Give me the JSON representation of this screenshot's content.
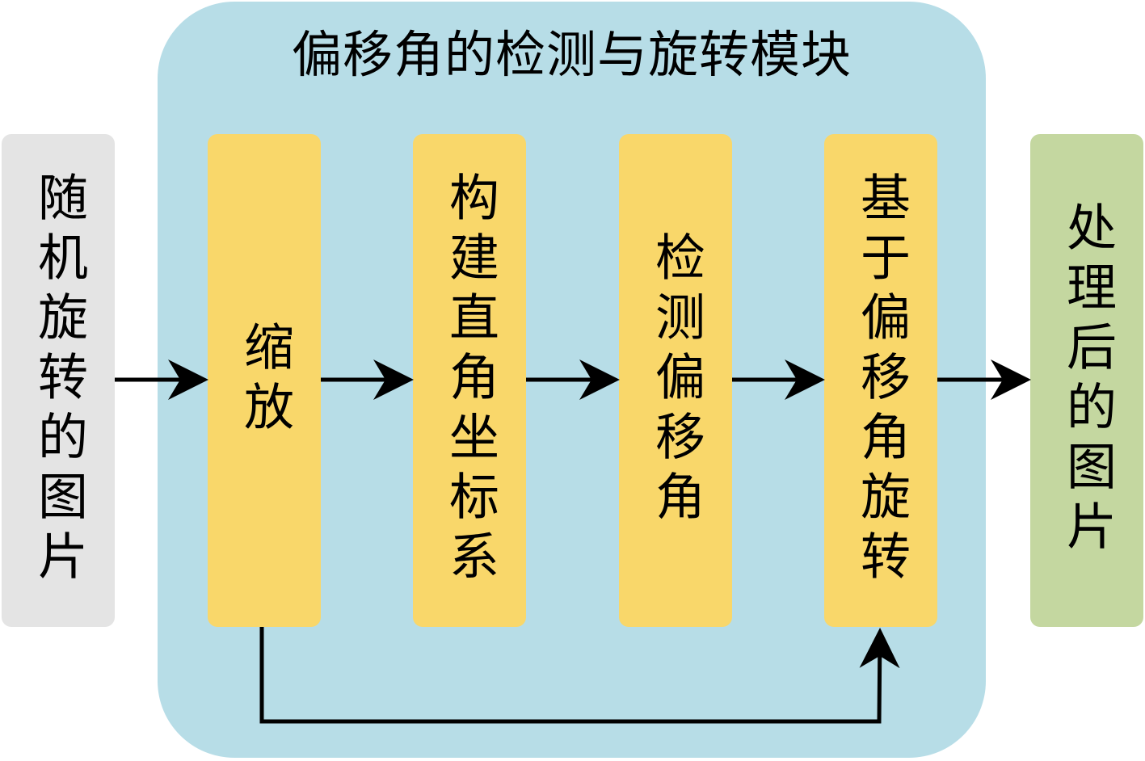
{
  "module": {
    "title": "偏移角的检测与旋转模块"
  },
  "input": {
    "label": "随机旋转的图片"
  },
  "steps": [
    {
      "label": "缩放"
    },
    {
      "label": "构建直角坐标系"
    },
    {
      "label": "检测偏移角"
    },
    {
      "label": "基于偏移角旋转"
    }
  ],
  "output": {
    "label": "处理后的图片"
  },
  "colors": {
    "module_bg": "#b7dde7",
    "input_bg": "#e4e4e4",
    "step_bg": "#f9d76a",
    "output_bg": "#c4d7a0",
    "arrow": "#000000"
  }
}
